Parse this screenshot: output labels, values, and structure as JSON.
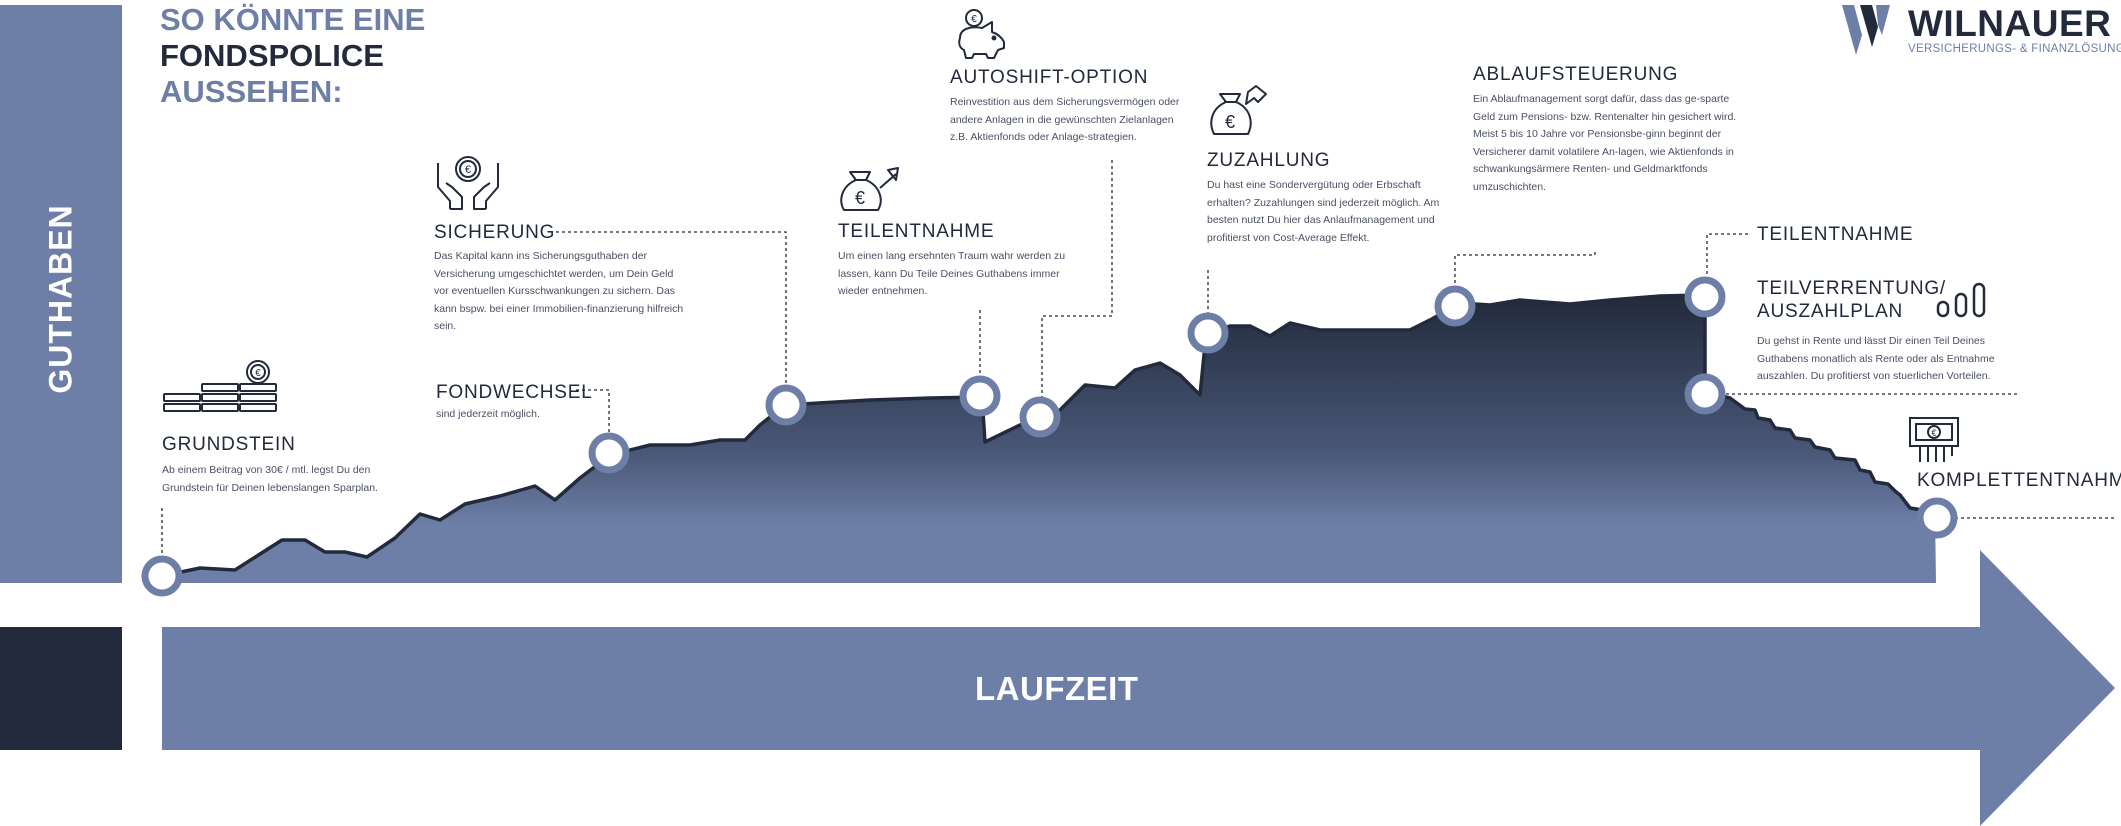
{
  "title": {
    "line1": "SO KÖNNTE EINE",
    "line2": "FONDSPOLICE",
    "line3": "AUSSEHEN:"
  },
  "logo": {
    "name": "WILNAUER",
    "subtitle": "VERSICHERUNGS- & FINANZLÖSUNGEN"
  },
  "axes": {
    "y_label": "GUTHABEN",
    "x_label": "LAUFZEIT"
  },
  "colors": {
    "accent": "#6d7fa6",
    "dark": "#222a3b",
    "text": "#4a5064"
  },
  "steps": [
    {
      "id": "grundstein",
      "title": "GRUNDSTEIN",
      "text": "Ab einem Beitrag von 30€ / mtl. legst Du den Grundstein für Deinen lebenslangen Sparplan.",
      "icon": "coins-stack-icon"
    },
    {
      "id": "fondwechsel",
      "title": "FONDWECHSEL",
      "text": "sind jederzeit möglich."
    },
    {
      "id": "sicherung",
      "title": "SICHERUNG",
      "text": "Das Kapital kann ins Sicherungsguthaben der Versicherung umgeschichtet werden, um Dein Geld vor eventuellen Kursschwankungen zu sichern. Das kann bspw. bei einer Immobilien-finanzierung hilfreich sein.",
      "icon": "hands-euro-coin-icon"
    },
    {
      "id": "teilentnahme-1",
      "title": "TEILENTNAHME",
      "text": "Um einen lang ersehnten Traum wahr werden zu lassen, kann Du Teile Deines Guthabens immer wieder entnehmen.",
      "icon": "money-bag-out-icon"
    },
    {
      "id": "autoshift",
      "title": "AUTOSHIFT-OPTION",
      "text": "Reinvestition aus dem Sicherungsvermögen oder andere Anlagen in die gewünschten Zielanlagen z.B. Aktienfonds oder Anlage-strategien.",
      "icon": "piggy-bank-icon"
    },
    {
      "id": "zuzahlung",
      "title": "ZUZAHLUNG",
      "text": "Du hast eine Sondervergütung oder Erbschaft erhalten? Zuzahlungen sind jederzeit möglich. Am besten nutzt Du hier das Anlaufmanagement und profitierst von Cost-Average Effekt.",
      "icon": "money-bag-in-icon"
    },
    {
      "id": "ablaufsteuerung",
      "title": "ABLAUFSTEUERUNG",
      "text": "Ein Ablaufmanagement sorgt dafür, dass das ge-sparte Geld zum Pensions- bzw. Rentenalter hin gesichert wird. Meist 5 bis 10 Jahre vor Pensionsbe-ginn beginnt der Versicherer damit volatilere An-lagen, wie Aktienfonds in schwankungsärmere Renten- und Geldmarktfonds umzuschichten."
    },
    {
      "id": "teilentnahme-2",
      "title": "TEILENTNAHME"
    },
    {
      "id": "teilverrentung",
      "title_line1": "TEILVERRENTUNG/",
      "title_line2": "AUSZAHLPLAN",
      "text": "Du gehst in Rente und lässt Dir einen Teil Deines Guthabens monatlich als Rente oder als Entnahme auszahlen. Du profitierst von stuerlichen Vorteilen.",
      "icon": "bar-chart-icon"
    },
    {
      "id": "komplettentnahme",
      "title": "KOMPLETTENTNAHME",
      "icon": "cash-bill-icon"
    }
  ]
}
